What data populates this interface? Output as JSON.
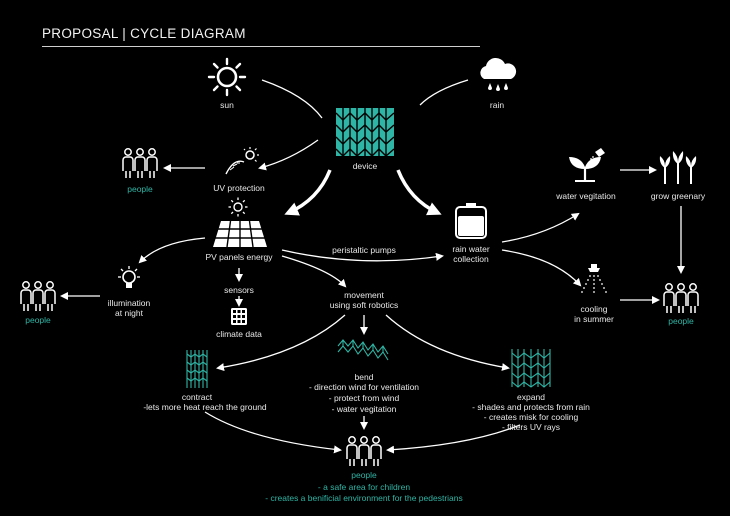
{
  "title": "PROPOSAL | CYCLE DIAGRAM",
  "colors": {
    "accent": "#2fb5a5",
    "text": "#e8e8e8",
    "background": "#000000"
  },
  "nodes": {
    "sun": "sun",
    "rain": "rain",
    "device": "device",
    "uv_protection": "UV protection",
    "people_top": "people",
    "pv_panels": "PV panels energy",
    "peristaltic": "peristaltic pumps",
    "rain_water_1": "rain water",
    "rain_water_2": "collection",
    "water_vegitation": "water vegitation",
    "grow_greenary": "grow greenary",
    "illumination_1": "illumination",
    "illumination_2": "at night",
    "people_left": "people",
    "sensors": "sensors",
    "climate_data": "climate data",
    "movement_1": "movement",
    "movement_2": "using soft robotics",
    "cooling_1": "cooling",
    "cooling_2": "in summer",
    "people_right": "people",
    "contract_1": "contract",
    "contract_2": "-lets more heat reach the ground",
    "bend_1": "bend",
    "bend_2": "- direction wind for ventilation",
    "bend_3": "- protect from wind",
    "bend_4": "- water vegitation",
    "expand_1": "expand",
    "expand_2": "- shades and protects from rain",
    "expand_3": "- creates misk for cooling",
    "expand_4": "- filters UV rays",
    "people_bottom": "people",
    "people_bottom_2": "- a safe area for children",
    "people_bottom_3": "- creates a benificial environment for the pedestrians"
  },
  "icons": [
    "sun-icon",
    "rain-cloud-icon",
    "device-icon",
    "uv-protection-icon",
    "people-icon",
    "solar-panel-icon",
    "small-sun-icon",
    "water-tank-icon",
    "sprout-icon",
    "plants-icon",
    "light-bulb-icon",
    "calculator-icon",
    "sprinkler-icon",
    "contract-panel-icon",
    "bend-zigzag-icon",
    "expand-panel-icon"
  ]
}
